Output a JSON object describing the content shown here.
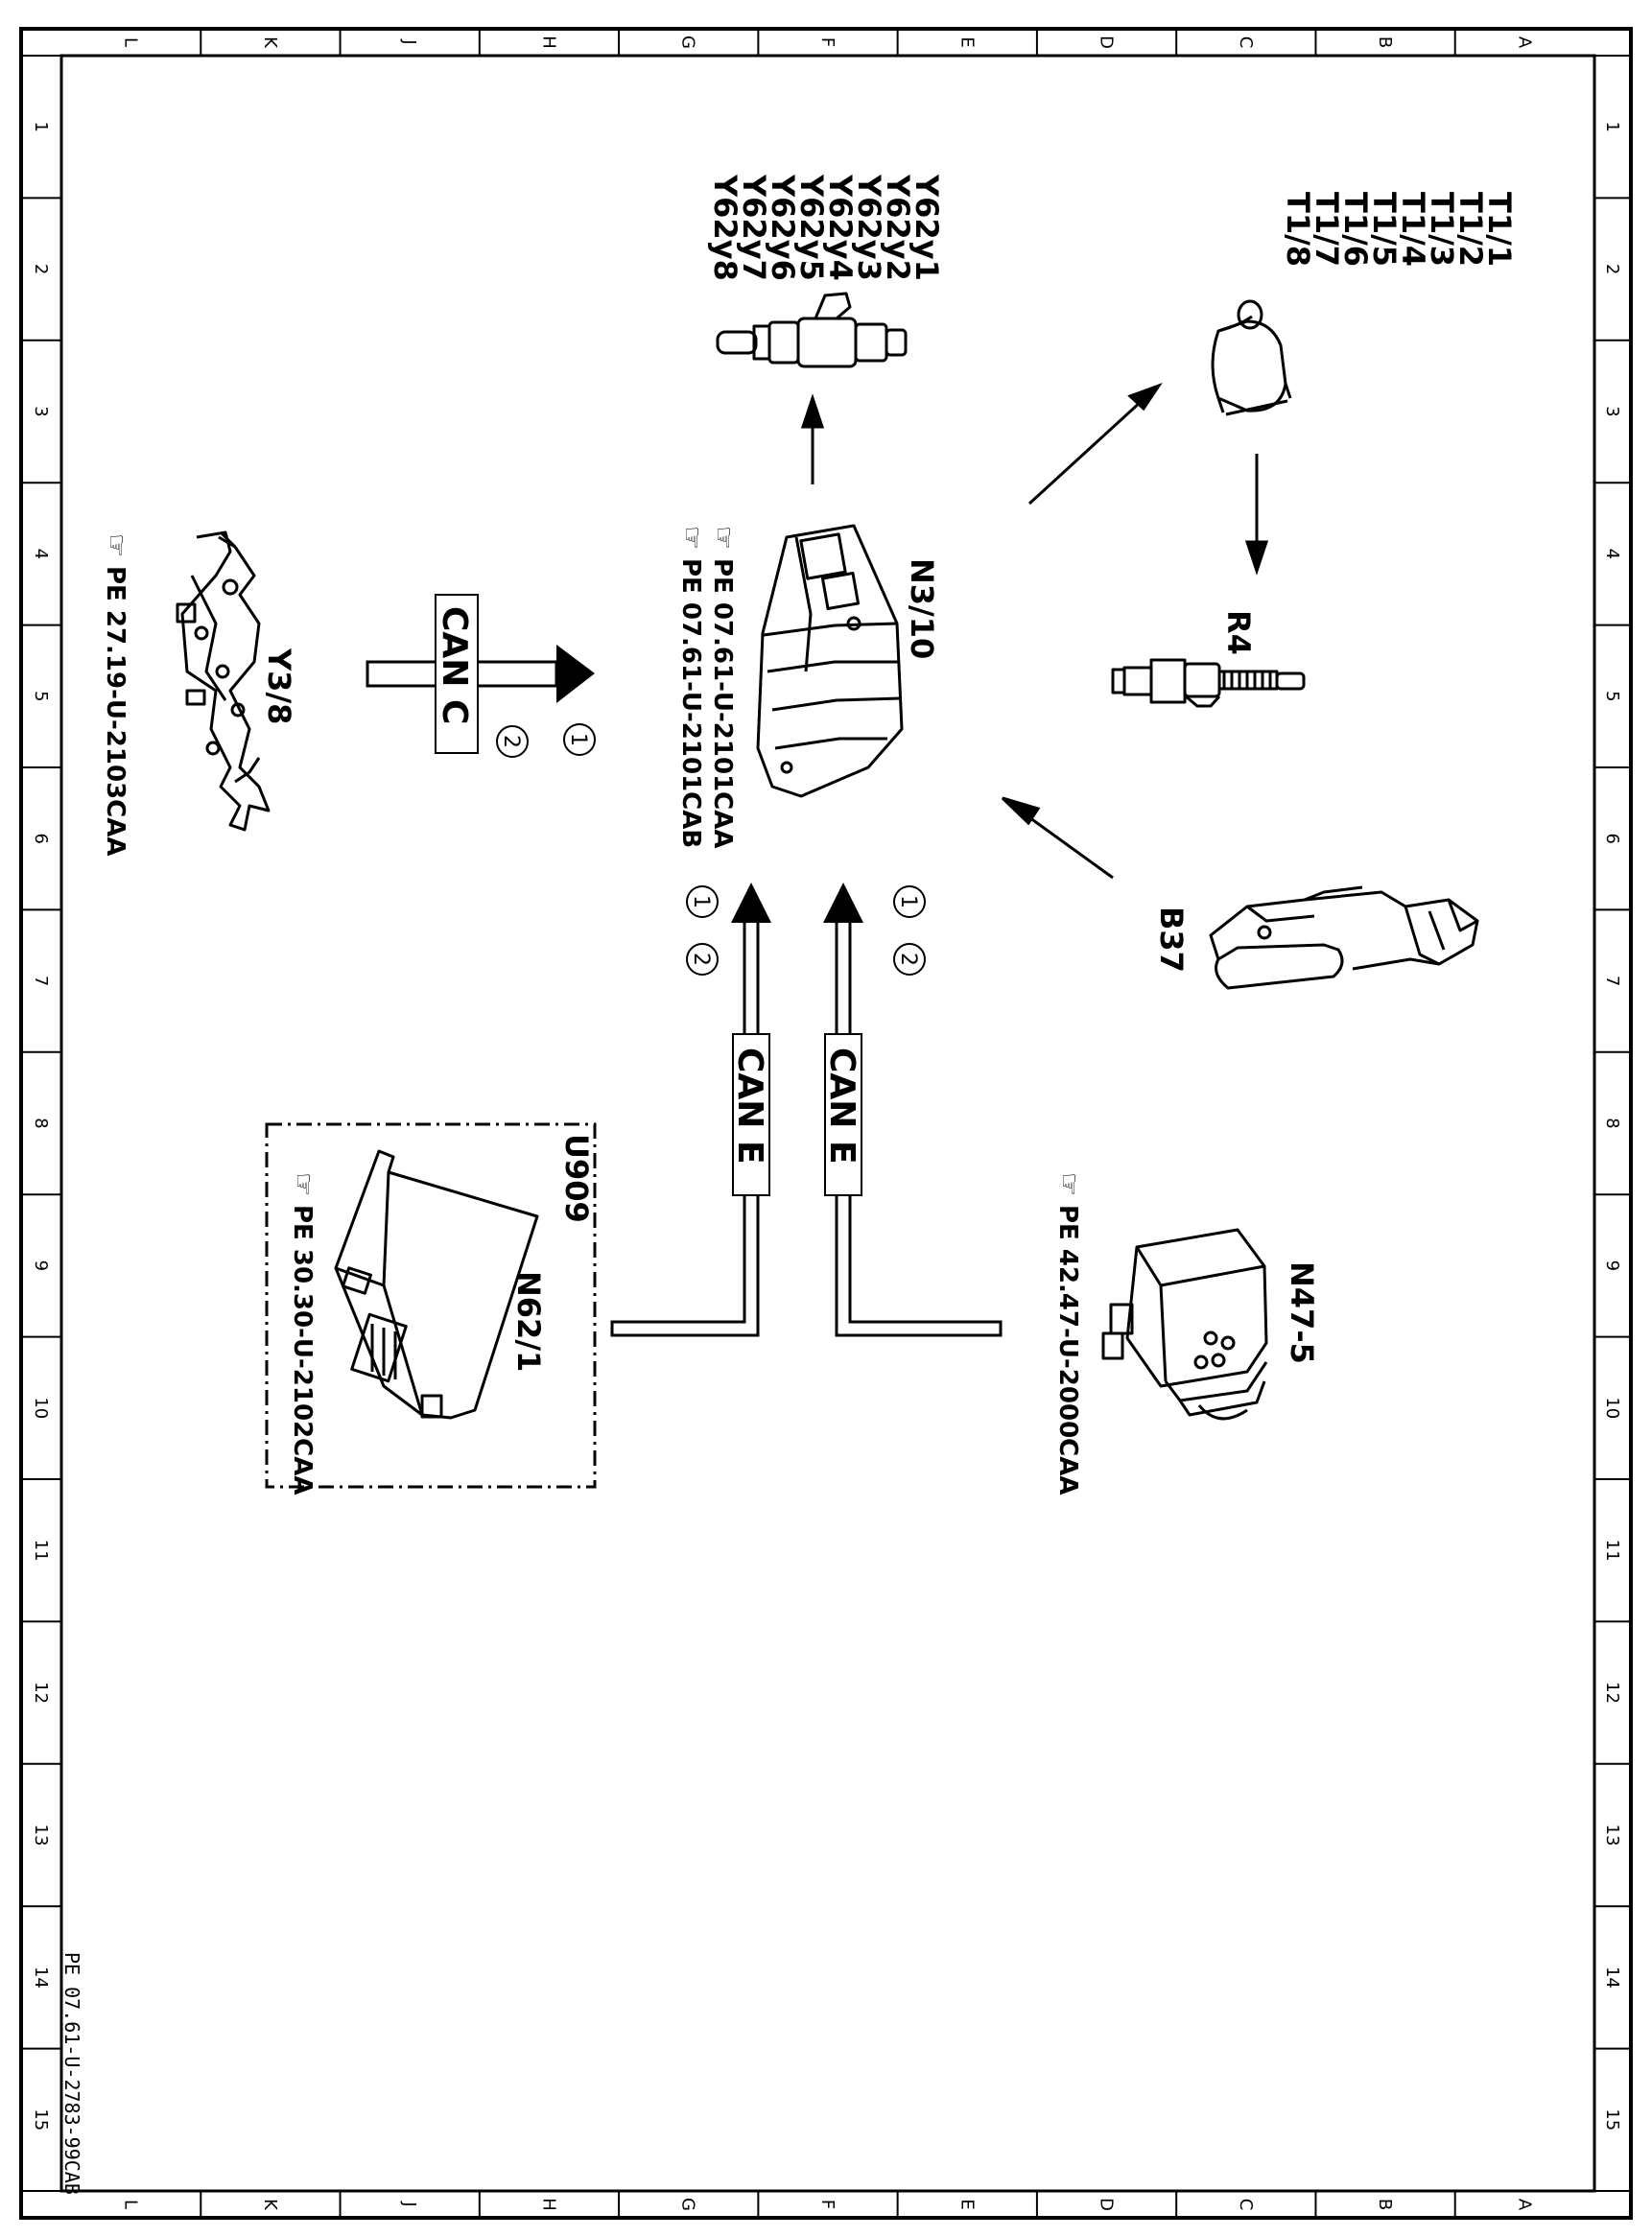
{
  "frame": {
    "columns": [
      "L",
      "K",
      "J",
      "H",
      "G",
      "F",
      "E",
      "D",
      "C",
      "B",
      "A"
    ],
    "rows": [
      "1",
      "2",
      "3",
      "4",
      "5",
      "6",
      "7",
      "8",
      "9",
      "10",
      "11",
      "12",
      "13",
      "14",
      "15"
    ],
    "sheet_ref": "PE 07.61-U-2783-99CAB"
  },
  "components": {
    "temp_sensors": {
      "labels": [
        "T1/1",
        "T1/2",
        "T1/3",
        "T1/4",
        "T1/5",
        "T1/6",
        "T1/7",
        "T1/8"
      ]
    },
    "injectors": {
      "labels": [
        "Y62y1",
        "Y62y2",
        "Y62y3",
        "Y62y4",
        "Y62y5",
        "Y62y6",
        "Y62y7",
        "Y62y8"
      ]
    },
    "spark_plug": {
      "label": "R4"
    },
    "ecu": {
      "label": "N3/10",
      "refs": [
        "PE 07.61-U-2101CAA",
        "PE 07.61-U-2101CAB"
      ]
    },
    "pedal": {
      "label": "B37"
    },
    "valve_body": {
      "label": "Y3/8",
      "ref": "PE 27.19-U-2103CAA"
    },
    "abs_unit": {
      "label": "N47-5",
      "ref": "PE 42.47-U-2000CAA"
    },
    "control_unit": {
      "label": "N62/1",
      "group": "U909",
      "ref": "PE 30.30-U-2102CAA"
    }
  },
  "buses": {
    "can_c": {
      "label": "CAN C",
      "markers": [
        "1",
        "2"
      ]
    },
    "can_e_1": {
      "label": "CAN E",
      "markers": [
        "1",
        "2"
      ]
    },
    "can_e_2": {
      "label": "CAN E",
      "markers": [
        "1",
        "2"
      ]
    }
  }
}
